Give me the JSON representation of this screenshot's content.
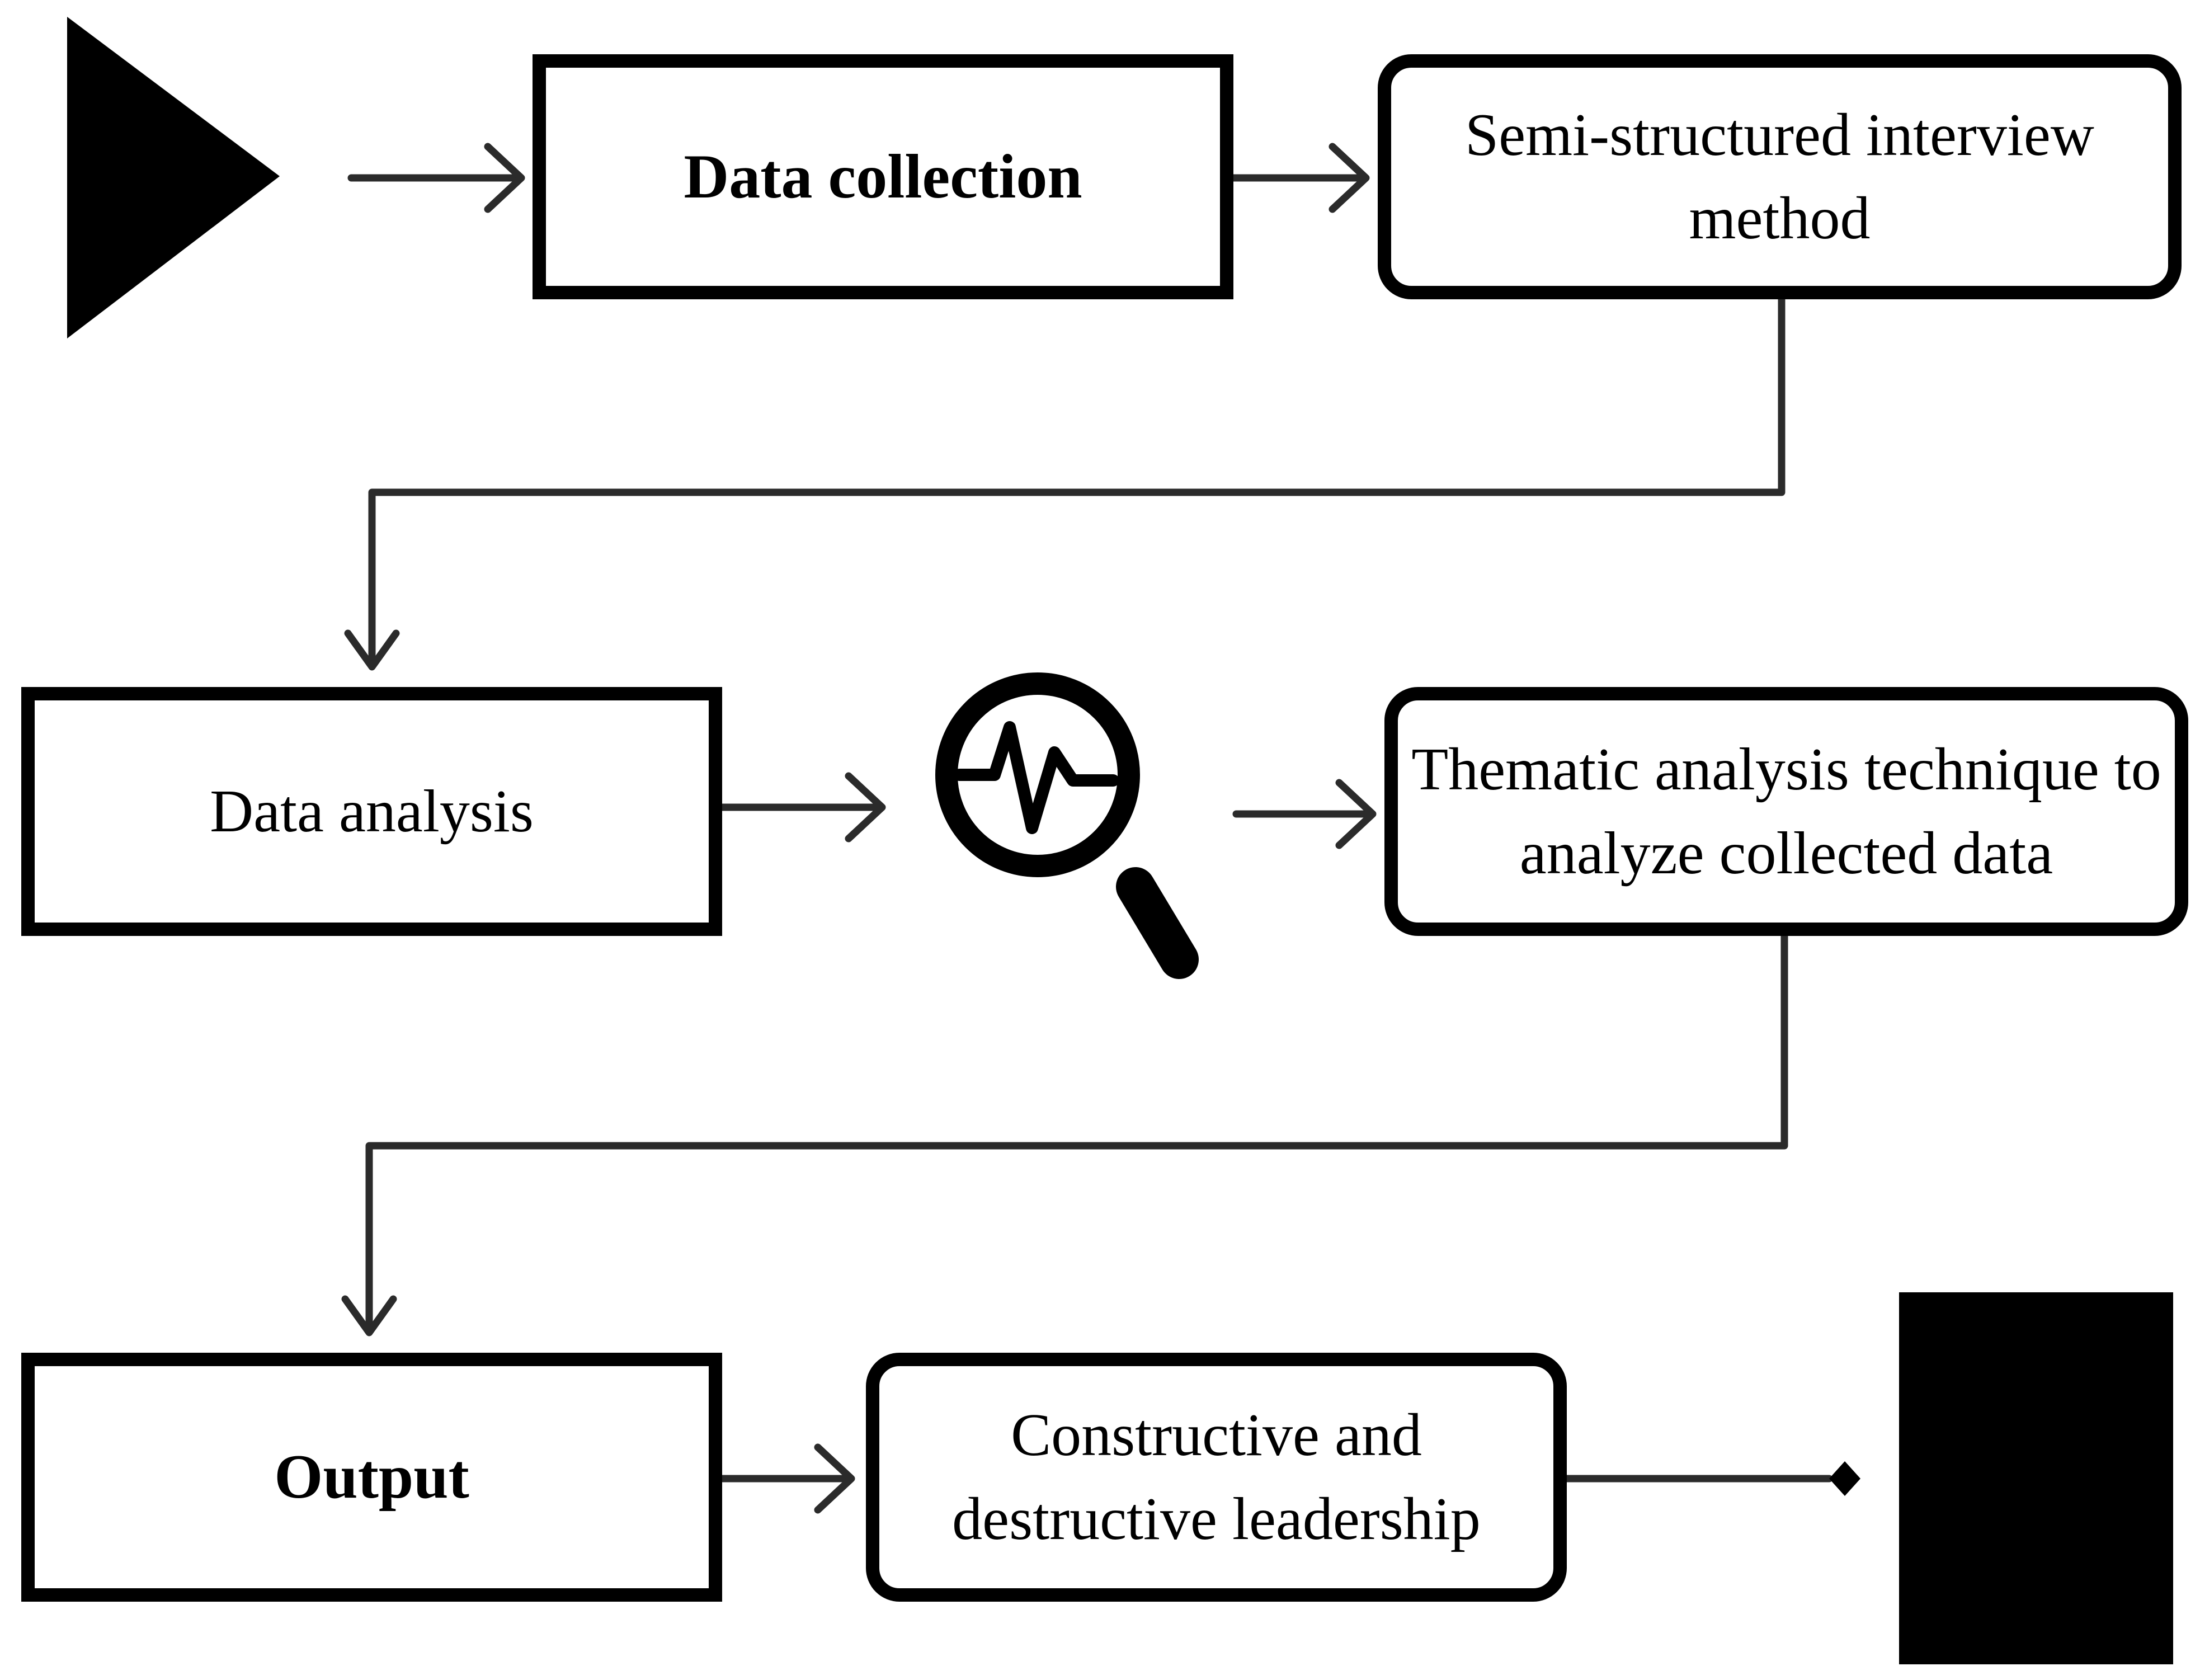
{
  "diagram": {
    "nodes": {
      "data_collection": {
        "label": "Data collection"
      },
      "interview_method": {
        "label": "Semi-structured interview\nmethod"
      },
      "data_analysis": {
        "label": "Data analysis"
      },
      "thematic_analysis": {
        "label": "Thematic analysis technique to\nanalyze collected data"
      },
      "output": {
        "label": "Output"
      },
      "leadership": {
        "label": "Constructive and\ndestructive leadership"
      }
    },
    "icons": {
      "start": "play-triangle-icon",
      "analysis": "magnifier-pulse-icon",
      "end": "stop-square-icon"
    },
    "colors": {
      "stroke": "#000000",
      "background": "#ffffff",
      "connector": "#2b2b2b"
    }
  }
}
